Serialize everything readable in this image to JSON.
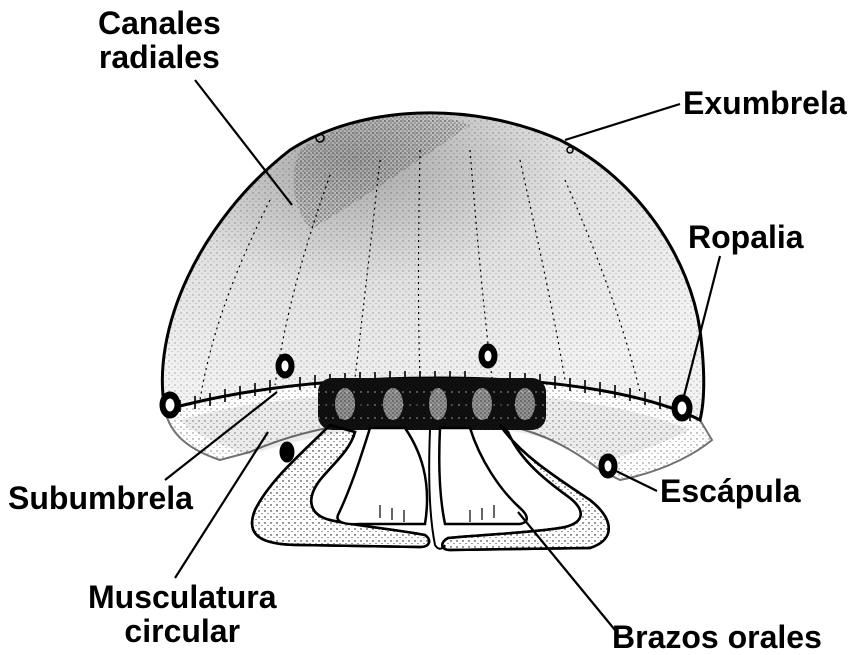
{
  "labels": {
    "canales_line1": "Canales",
    "canales_line2": "radiales",
    "exumbrela": "Exumbrela",
    "ropalia": "Ropalia",
    "subumbrela": "Subumbrela",
    "escapula": "Escápula",
    "musculatura_line1": "Musculatura",
    "musculatura_line2": "circular",
    "brazos_orales": "Brazos orales"
  },
  "colors": {
    "ink": "#000000",
    "background": "#ffffff"
  }
}
